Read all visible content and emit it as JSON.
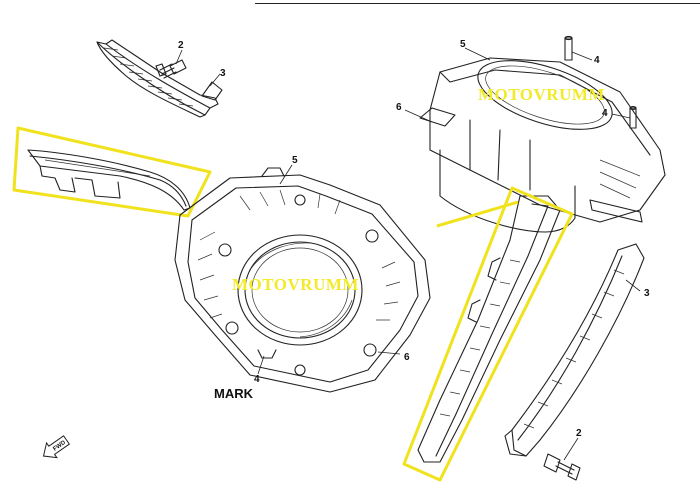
{
  "diagram": {
    "callouts": {
      "c1": "2",
      "c2": "3",
      "c3": "5",
      "c4": "4",
      "c5": "6",
      "c6": "4",
      "c7": "5",
      "c8": "6",
      "c9": "4",
      "c10": "3",
      "c11": "2"
    },
    "mark_label": "MARK",
    "watermark": "MOTOVRUMM",
    "fwd_label": "FWD",
    "colors": {
      "highlight": "#f0e21c",
      "watermark": "#f2ea2a",
      "line": "#222222",
      "background": "#ffffff"
    },
    "icons": [
      "fwd-arrow-icon"
    ]
  }
}
